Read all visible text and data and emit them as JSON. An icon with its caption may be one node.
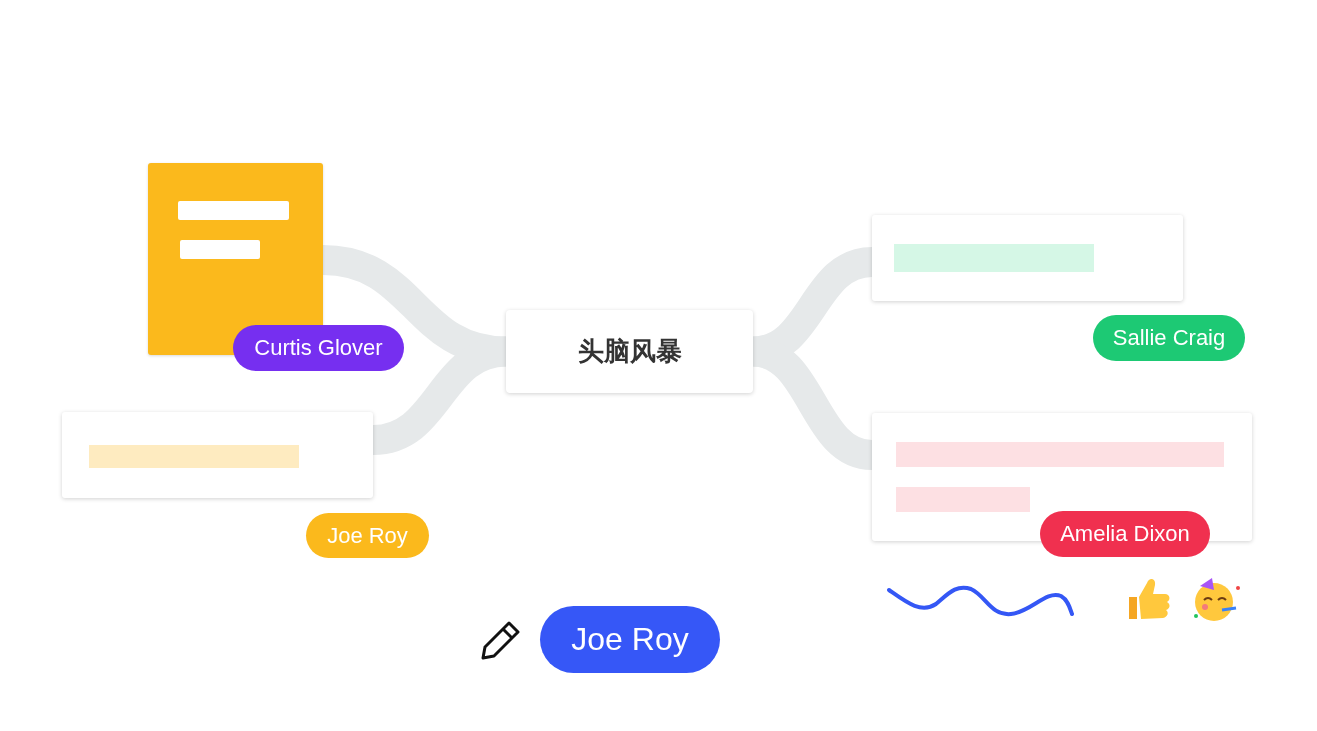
{
  "diagram": {
    "nodes": [
      {
        "text": [
          "头脑风暴"
        ]
      },
      {
        "text": [],
        "shape": "box"
      },
      {
        "text": [],
        "shape": "box"
      },
      {
        "text": [],
        "shape": "box"
      },
      {
        "text": [],
        "shape": "box"
      },
      {
        "text": [
          "Curtis Glover"
        ]
      },
      {
        "text": [
          "Sallie Craig"
        ]
      },
      {
        "text": [
          "Joe Roy"
        ]
      },
      {
        "text": [
          "Amelia Dixon"
        ]
      },
      {
        "text": [
          "Joe Roy"
        ]
      }
    ],
    "edges": [
      {
        "from": 0,
        "to": 1,
        "arrow": "none"
      },
      {
        "from": 0,
        "to": 2,
        "arrow": "none"
      },
      {
        "from": 0,
        "to": 3,
        "arrow": "none"
      },
      {
        "from": 0,
        "to": 4,
        "arrow": "none"
      }
    ]
  }
}
